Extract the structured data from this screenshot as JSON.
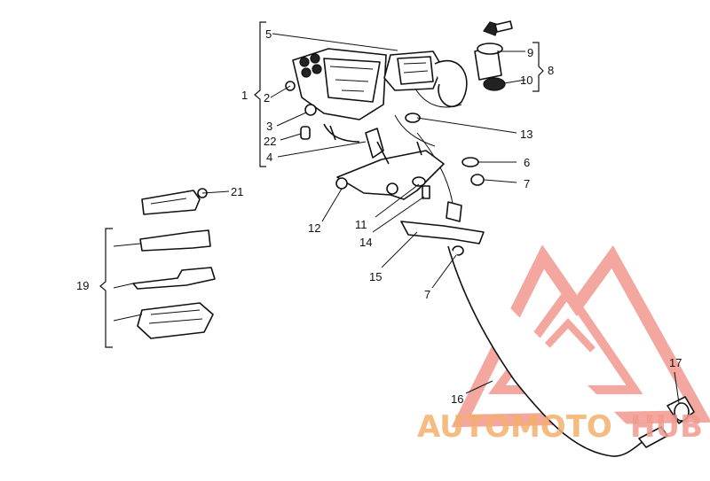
{
  "watermark": {
    "part1": "AUTOMOTO",
    "part2": "HUB",
    "color_primary": "#f5b06a",
    "color_secondary": "#f29b8f",
    "triangle_color": "#f08a80"
  },
  "callouts": {
    "c1": "1",
    "c2": "2",
    "c3": "3",
    "c4": "4",
    "c5": "5",
    "c6": "6",
    "c7a": "7",
    "c7b": "7",
    "c8": "8",
    "c9": "9",
    "c10": "10",
    "c11": "11",
    "c12": "12",
    "c13": "13",
    "c14": "14",
    "c15": "15",
    "c16": "16",
    "c17": "17",
    "c19": "19",
    "c21": "21",
    "c22": "22"
  }
}
